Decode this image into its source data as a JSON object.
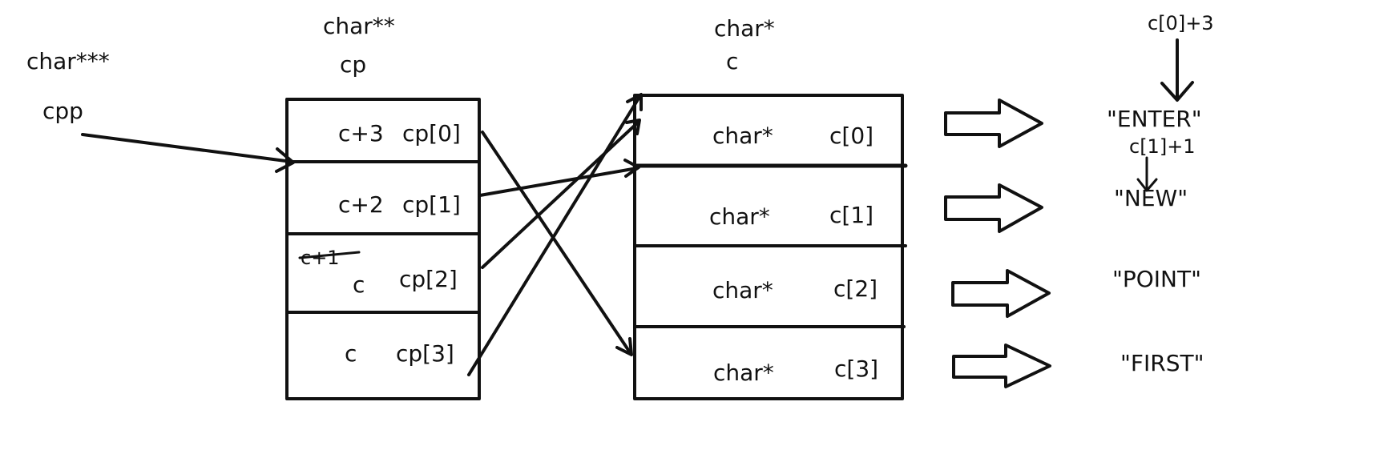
{
  "cpp": {
    "type": "char***",
    "name": "cpp"
  },
  "cp": {
    "type": "char**",
    "name": "cp",
    "cells": [
      {
        "value": "c+3",
        "index": "cp[0]"
      },
      {
        "value": "c+2",
        "index": "cp[1]"
      },
      {
        "value": "c",
        "index": "cp[2]",
        "struck": "c+1"
      },
      {
        "value": "c",
        "index": "cp[3]"
      }
    ]
  },
  "c": {
    "type": "char*",
    "name": "c",
    "cells": [
      {
        "type": "char*",
        "index": "c[0]"
      },
      {
        "type": "char*",
        "index": "c[1]"
      },
      {
        "type": "char*",
        "index": "c[2]"
      },
      {
        "type": "char*",
        "index": "c[3]"
      }
    ]
  },
  "strings": [
    "\"ENTER\"",
    "\"NEW\"",
    "\"POINT\"",
    "\"FIRST\""
  ],
  "annotations": {
    "enter_offset": "c[0]+3",
    "new_offset": "c[1]+1"
  }
}
